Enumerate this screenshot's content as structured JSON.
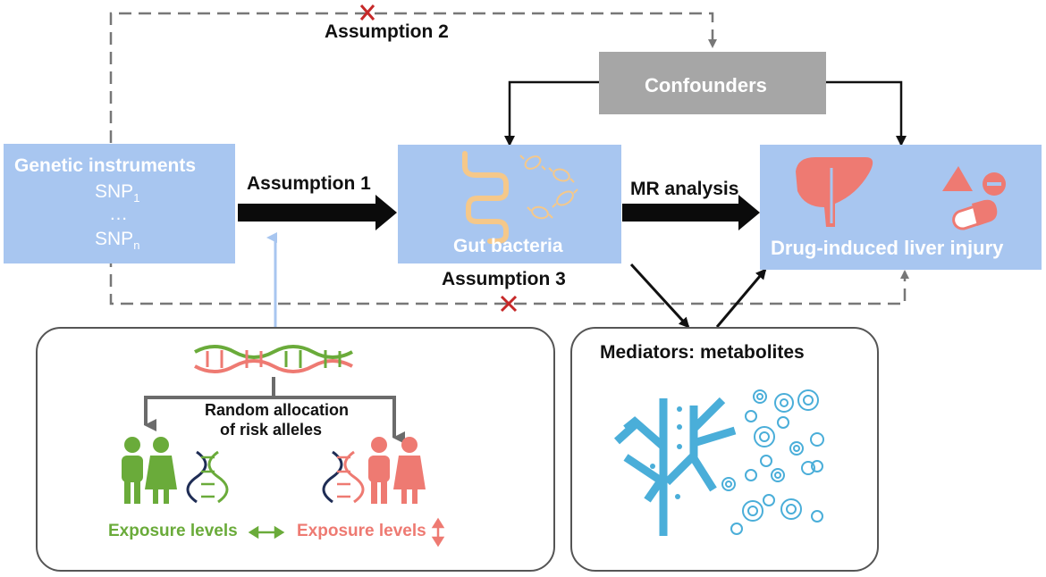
{
  "nodes": {
    "genetic": {
      "title": "Genetic instruments",
      "snp_first": "SNP",
      "snp_first_sub": "1",
      "ellipsis": "…",
      "snp_last": "SNP",
      "snp_last_sub": "n"
    },
    "gut": {
      "label": "Gut bacteria"
    },
    "dili": {
      "label": "Drug-induced liver injury"
    },
    "confounders": {
      "label": "Confounders"
    }
  },
  "edges": {
    "assumption1": "Assumption 1",
    "assumption2": "Assumption 2",
    "assumption3": "Assumption 3",
    "mr_analysis": "MR analysis"
  },
  "left_panel": {
    "caption_line1": "Random allocation",
    "caption_line2": "of risk alleles",
    "exposure_left": "Exposure levels",
    "exposure_right": "Exposure levels"
  },
  "right_panel": {
    "title": "Mediators: metabolites"
  },
  "colors": {
    "box_blue": "#a8c6f0",
    "confounder_gray": "#a6a6a6",
    "green": "#6aab3a",
    "salmon": "#ee7a72",
    "cyan": "#4aaed9",
    "cross_red": "#c62828"
  }
}
